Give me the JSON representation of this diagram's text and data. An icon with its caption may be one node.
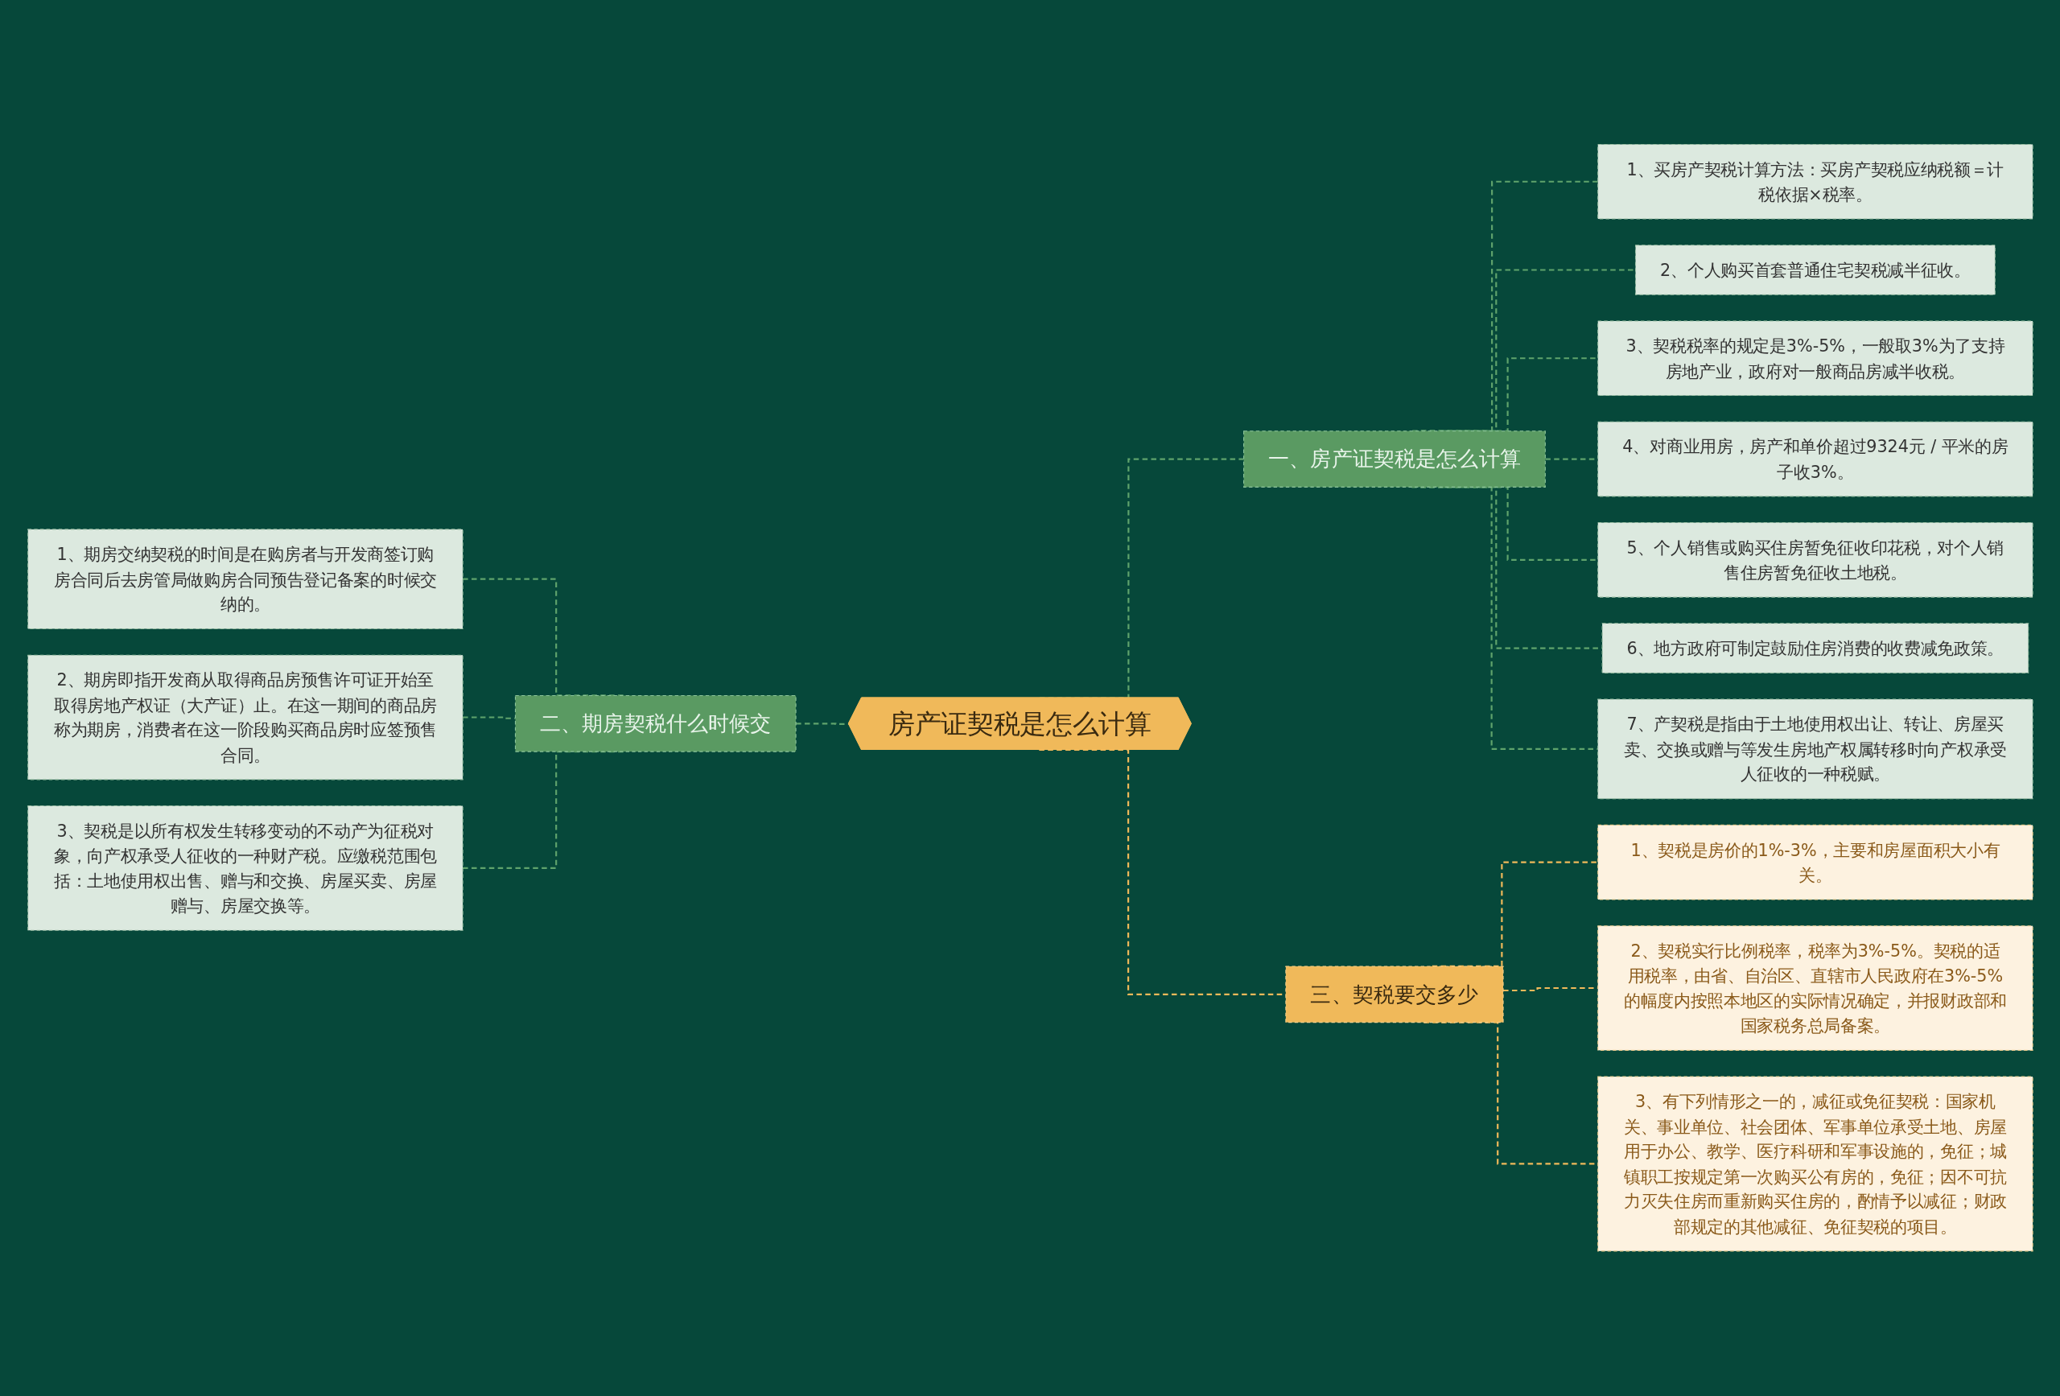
{
  "diagram": {
    "nodes": [
      {
        "text": [
          "房产证契税是怎么计算"
        ]
      },
      {
        "text": [
          "一、房产证契税是怎么计算"
        ]
      },
      {
        "text": [
          "1、买房产契税计算方法：买房产契税应纳税额＝计税依据×税率。"
        ]
      },
      {
        "text": [
          "2、个人购买首套普通住宅契税减半征收。"
        ]
      },
      {
        "text": [
          "3、契税税率的规定是3%-5%，一般取3%为了支持房地产业，政府对一般商品房减半收税。"
        ]
      },
      {
        "text": [
          "4、对商业用房，房产和单价超过9324元 / 平米的房子收3%。"
        ]
      },
      {
        "text": [
          "5、个人销售或购买住房暂免征收印花税，对个人销售住房暂免征收土地税。"
        ]
      },
      {
        "text": [
          "6、地方政府可制定鼓励住房消费的收费减免政策。"
        ]
      },
      {
        "text": [
          "7、产契税是指由于土地使用权出让、转让、房屋买卖、交换或赠与等发生房地产权属转移时向产权承受人征收的一种税赋。"
        ]
      },
      {
        "text": [
          "二、期房契税什么时候交"
        ]
      },
      {
        "text": [
          "1、期房交纳契税的时间是在购房者与开发商签订购房合同后去房管局做购房合同预告登记备案的时候交纳的。"
        ]
      },
      {
        "text": [
          "2、期房即指开发商从取得商品房预售许可证开始至取得房地产权证（大产证）止。在这一期间的商品房称为期房，消费者在这一阶段购买商品房时应签预售合同。"
        ]
      },
      {
        "text": [
          "3、契税是以所有权发生转移变动的不动产为征税对象，向产权承受人征收的一种财产税。应缴税范围包括：土地使用权出售、赠与和交换、房屋买卖、房屋赠与、房屋交换等。"
        ]
      },
      {
        "text": [
          "三、契税要交多少"
        ]
      },
      {
        "text": [
          "1、契税是房价的1%-3%，主要和房屋面积大小有关。"
        ]
      },
      {
        "text": [
          "2、契税实行比例税率，税率为3%-5%。契税的适用税率，由省、自治区、直辖市人民政府在3%-5%的幅度内按照本地区的实际情况确定，并报财政部和国家税务总局备案。"
        ]
      },
      {
        "text": [
          "3、有下列情形之一的，减征或免征契税：国家机关、事业单位、社会团体、军事单位承受土地、房屋用于办公、教学、医疗科研和军事设施的，免征；城镇职工按规定第一次购买公有房的，免征；因不可抗力灭失住房而重新购买住房的，酌情予以减征；财政部规定的其他减征、免征契税的项目。"
        ]
      }
    ],
    "edges": [
      {
        "from": 0,
        "to": 1,
        "arrow": "none",
        "style": "dashed"
      },
      {
        "from": 1,
        "to": 2,
        "arrow": "none",
        "style": "dashed"
      },
      {
        "from": 1,
        "to": 3,
        "arrow": "none",
        "style": "dashed"
      },
      {
        "from": 1,
        "to": 4,
        "arrow": "none",
        "style": "dashed"
      },
      {
        "from": 1,
        "to": 5,
        "arrow": "none",
        "style": "dashed"
      },
      {
        "from": 1,
        "to": 6,
        "arrow": "none",
        "style": "dashed"
      },
      {
        "from": 1,
        "to": 7,
        "arrow": "none",
        "style": "dashed"
      },
      {
        "from": 1,
        "to": 8,
        "arrow": "none",
        "style": "dashed"
      },
      {
        "from": 0,
        "to": 9,
        "arrow": "none",
        "style": "dashed"
      },
      {
        "from": 9,
        "to": 10,
        "arrow": "none",
        "style": "dashed"
      },
      {
        "from": 9,
        "to": 11,
        "arrow": "none",
        "style": "dashed"
      },
      {
        "from": 9,
        "to": 12,
        "arrow": "none",
        "style": "dashed"
      },
      {
        "from": 0,
        "to": 13,
        "arrow": "none",
        "style": "dashed",
        "color": "#f0b95a"
      },
      {
        "from": 13,
        "to": 14,
        "arrow": "none",
        "style": "dashed",
        "color": "#f0b95a"
      },
      {
        "from": 13,
        "to": 15,
        "arrow": "none",
        "style": "dashed",
        "color": "#f0b95a"
      },
      {
        "from": 13,
        "to": 16,
        "arrow": "none",
        "style": "dashed",
        "color": "#f0b95a"
      }
    ]
  }
}
